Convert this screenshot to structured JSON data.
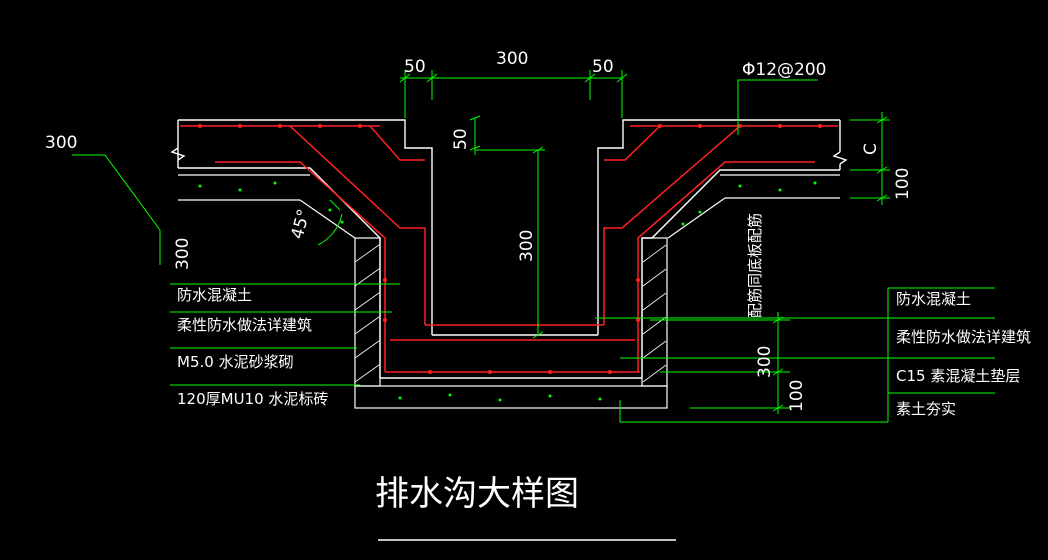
{
  "title": "排水沟大样图",
  "dims": {
    "top_left": "50",
    "top_mid": "300",
    "top_right": "50",
    "rebar_spec": "Φ12@200",
    "inner_depth_50": "50",
    "inner_depth": "300",
    "right_c": "C",
    "right_100_top": "100",
    "right_300": "300",
    "right_100_bottom": "100",
    "left_300_a": "300",
    "left_300_b": "300",
    "angle": "45°",
    "vertical_note": "配筋同底板配筋"
  },
  "notes_left": [
    "防水混凝土",
    "柔性防水做法详建筑",
    "M5.0 水泥砂浆砌",
    "120厚MU10 水泥标砖"
  ],
  "notes_right": [
    "防水混凝土",
    "柔性防水做法详建筑",
    "C15 素混凝土垫层",
    "素土夯实"
  ],
  "colors": {
    "outline": "#ffffff",
    "rebar": "#ff2020",
    "dimension": "#00ff00",
    "hatch": "#00ff00",
    "text": "#ffffff"
  }
}
